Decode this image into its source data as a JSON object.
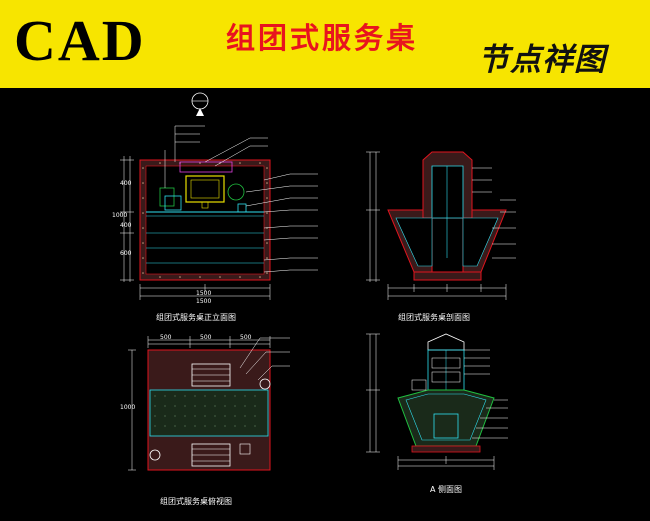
{
  "header": {
    "logo_text": "CAD",
    "title": "组团式服务桌",
    "brand_seal": "节点祥图"
  },
  "views": {
    "front": "组团式服务桌正立面图",
    "section": "组团式服务桌剖面图",
    "plan": "组团式服务桌俯视图",
    "side": "A 侧面图"
  },
  "dims": {
    "front_bottom_1": "1500",
    "front_bottom_2": "1500",
    "plan_top_1": "500",
    "plan_top_2": "500",
    "plan_top_3": "500",
    "plan_left": "1000",
    "front_height": "1000",
    "front_left_1": "400",
    "front_left_2": "400",
    "front_left_3": "600"
  },
  "colors": {
    "banner": "#f7e500",
    "title": "#e8141e",
    "background": "#000000",
    "line_white": "#ffffff",
    "line_cyan": "#2fe0f0",
    "line_red": "#e0141e",
    "line_magenta": "#e040e0",
    "line_yellow": "#e8e000",
    "line_green": "#20c040"
  }
}
